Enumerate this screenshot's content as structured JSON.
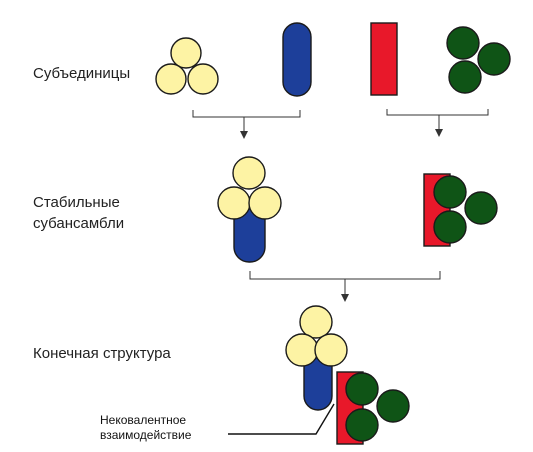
{
  "labels": {
    "subunits": "Субъединицы",
    "stable_line1": "Стабильные",
    "stable_line2": "субансамбли",
    "final": "Конечная структура",
    "note_line1": "Нековалентное",
    "note_line2": "взаимодействие"
  },
  "colors": {
    "yellow": "#fdf3a4",
    "blue": "#1d3f9a",
    "red": "#e8182a",
    "green": "#0f5416",
    "outline": "#1a1a1a",
    "connector": "#333333"
  }
}
